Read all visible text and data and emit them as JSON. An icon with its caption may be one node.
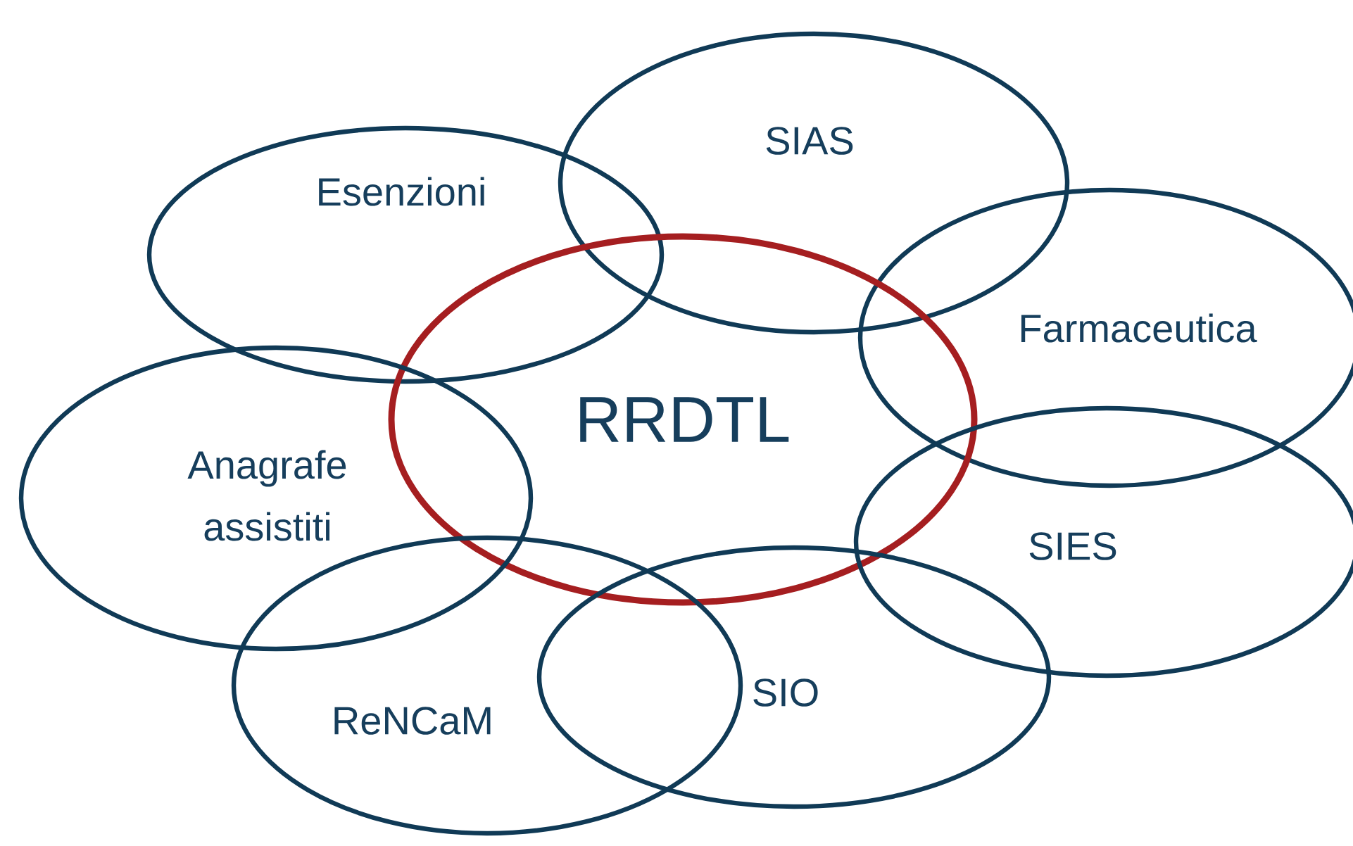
{
  "diagram": {
    "nodes": [
      {
        "text": [
          "SIAS"
        ]
      },
      {
        "text": [
          "Esenzioni"
        ]
      },
      {
        "text": [
          "Farmaceutica"
        ]
      },
      {
        "text": [
          "RRDTL"
        ]
      },
      {
        "text": [
          "Anagrafe assistiti"
        ]
      },
      {
        "text": [
          "SIES"
        ]
      },
      {
        "text": [
          "SIO"
        ]
      },
      {
        "text": [
          "ReNCaM"
        ]
      }
    ]
  }
}
